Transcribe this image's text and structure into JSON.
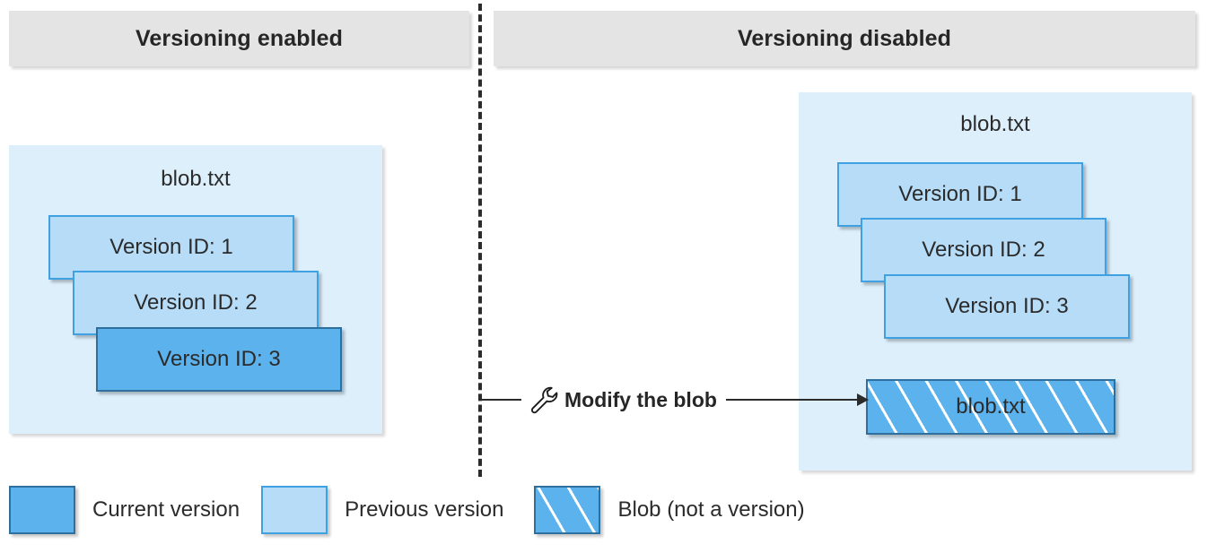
{
  "columns": {
    "left_title": "Versioning enabled",
    "right_title": "Versioning disabled"
  },
  "left_panel": {
    "title": "blob.txt",
    "boxes": [
      {
        "label": "Version ID: 1",
        "kind": "previous"
      },
      {
        "label": "Version ID: 2",
        "kind": "previous"
      },
      {
        "label": "Version ID: 3",
        "kind": "current"
      }
    ]
  },
  "right_panel": {
    "title": "blob.txt",
    "boxes": [
      {
        "label": "Version ID: 1",
        "kind": "previous"
      },
      {
        "label": "Version ID: 2",
        "kind": "previous"
      },
      {
        "label": "Version ID: 3",
        "kind": "previous"
      }
    ],
    "blob": {
      "label": "blob.txt",
      "kind": "blob-not-a-version"
    }
  },
  "action": {
    "icon": "wrench-icon",
    "label": "Modify the blob"
  },
  "legend": [
    {
      "label": "Current version",
      "kind": "current",
      "color": "#5bb2ec"
    },
    {
      "label": "Previous version",
      "kind": "previous",
      "color": "#b6dcf7"
    },
    {
      "label": "Blob (not a version)",
      "kind": "hatched",
      "color": "#5bb2ec"
    }
  ],
  "colors": {
    "header_bar": "#e4e4e4",
    "panel_background": "#ddeffb",
    "current_version": "#5bb2ec",
    "previous_version": "#b6dcf7",
    "box_border": "#3fa1e2",
    "text": "#2b2b2b",
    "divider": "#2b2b2b"
  }
}
